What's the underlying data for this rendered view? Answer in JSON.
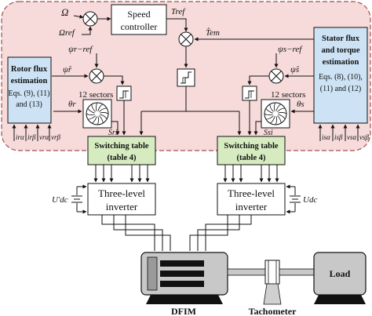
{
  "blocks": {
    "speed_controller": [
      "Speed",
      "controller"
    ],
    "rotor_flux": [
      "Rotor flux",
      "estimation",
      "Eqs. (9), (11)",
      "and (13)"
    ],
    "stator_flux": [
      "Stator flux",
      "and torque",
      "estimation",
      "Eqs. (8), (10),",
      "(11) and (12)"
    ],
    "switching_table_left": [
      "Switching table",
      "(table 4)"
    ],
    "switching_table_right": [
      "Switching table",
      "(table 4)"
    ],
    "inverter_left": [
      "Three-level",
      "inverter"
    ],
    "inverter_right": [
      "Three-level",
      "inverter"
    ],
    "dfim": "DFIM",
    "tachometer": "Tachometer",
    "load": "Load"
  },
  "signals": {
    "omega": "Ω",
    "omega_ref": "Ωref",
    "t_ref": "Tref",
    "t_em_hat": "T̂em",
    "psi_r_ref": "ψr−ref",
    "psi_r_hat": "ψ̂r",
    "psi_s_ref": "ψs−ref",
    "psi_s_hat": "ψ̂s",
    "theta_r": "θr",
    "theta_s": "θs",
    "s_ri": "Sri",
    "s_si": "Ssi",
    "sectors_left": "12 sectors",
    "sectors_right": "12 sectors",
    "u_dc_left": "U'dc",
    "u_dc_right": "Udc",
    "rotor_inputs": [
      "irα",
      "irβ",
      "vrα",
      "vrβ"
    ],
    "stator_inputs": [
      "isα",
      "isβ",
      "vsα",
      "vsβ"
    ]
  },
  "colors": {
    "control_region_fill": "#f7dada",
    "control_region_border": "#a05050",
    "estimation_fill": "#cde3f5",
    "switching_fill": "#d6ecc0",
    "block_fill": "#ffffff",
    "motor_fill": "#c8c8c8"
  }
}
